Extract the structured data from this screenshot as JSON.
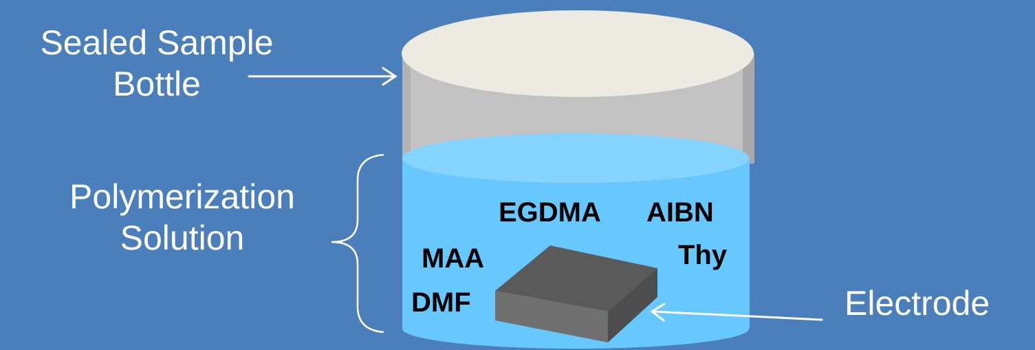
{
  "labels": {
    "bottle_line1": "Sealed Sample",
    "bottle_line2": "Bottle",
    "solution_line1": "Polymerization",
    "solution_line2": "Solution",
    "electrode": "Electrode"
  },
  "chemicals": {
    "egdma": "EGDMA",
    "aibn": "AIBN",
    "maa": "MAA",
    "thy": "Thy",
    "dmf": "DMF"
  },
  "colors": {
    "background": "#4b7fbb",
    "bottle_wall": "#c2c2c2",
    "bottle_lid": "#edeae2",
    "solution": "#66c8ff",
    "solution_surface": "#85d4ff",
    "electrode_top": "#5a5a5a",
    "electrode_front": "#6f6f6f",
    "electrode_side": "#4a4a4a",
    "arrow": "#ffffff",
    "label_text": "#ffffff",
    "chem_text": "#000000"
  }
}
